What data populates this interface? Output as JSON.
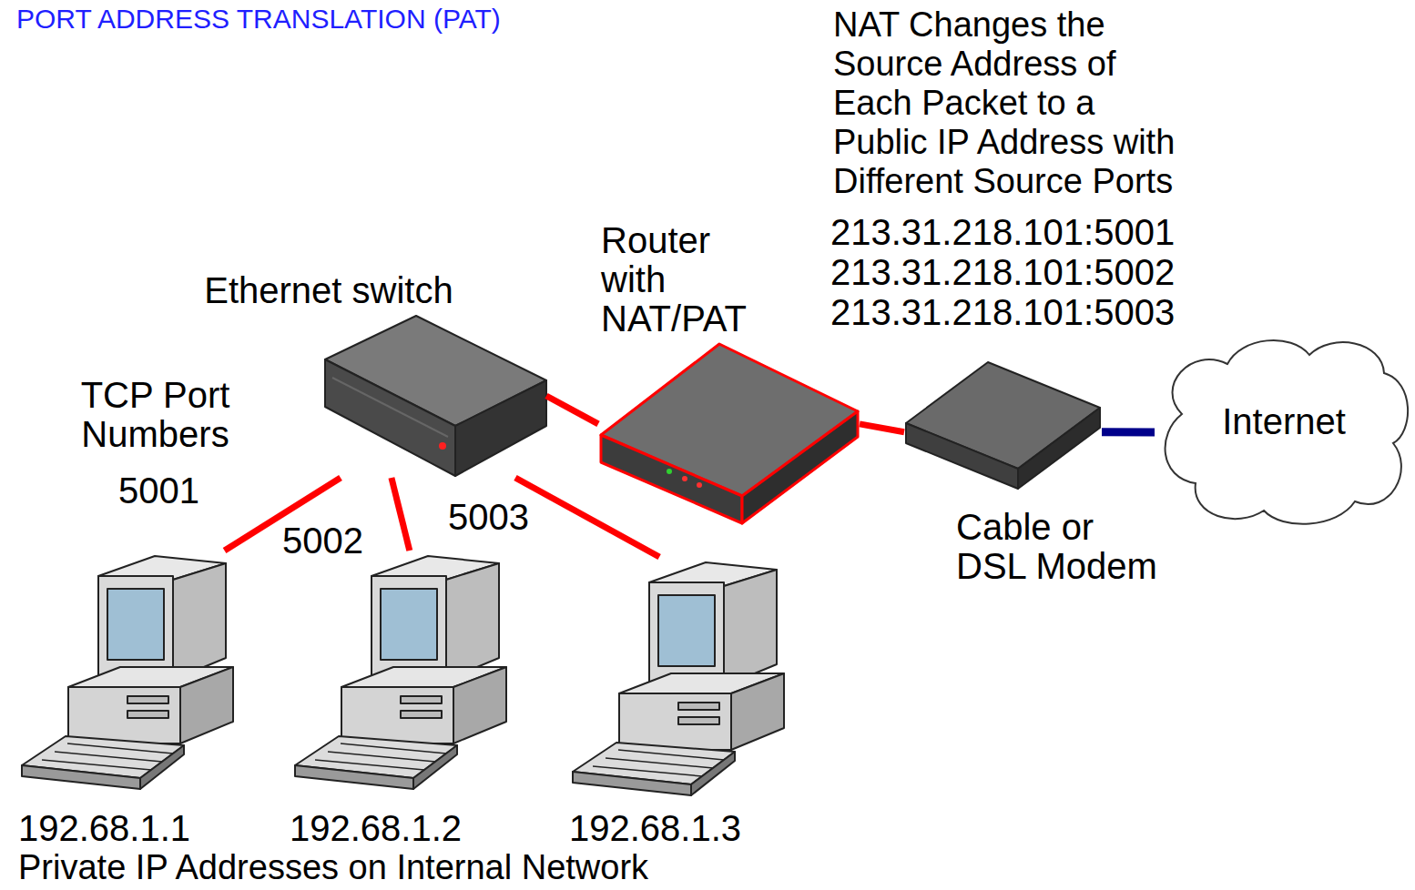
{
  "diagram": {
    "title": "PORT ADDRESS TRANSLATION (PAT)",
    "nodes": [
      {
        "text": [
          "Ethernet switch"
        ]
      },
      {
        "text": [
          "Router with NAT/PAT"
        ]
      },
      {
        "text": [
          "Cable or DSL Modem"
        ]
      },
      {
        "text": [
          "Internet"
        ]
      },
      {
        "text": [
          "192.68.1.1"
        ]
      },
      {
        "text": [
          "192.68.1.2"
        ]
      },
      {
        "text": [
          "192.68.1.3"
        ]
      }
    ],
    "edges": [
      {
        "from": 0,
        "to": 4,
        "arrow": "none",
        "label": "5001"
      },
      {
        "from": 0,
        "to": 5,
        "arrow": "none",
        "label": "5002"
      },
      {
        "from": 0,
        "to": 6,
        "arrow": "none",
        "label": "5003"
      },
      {
        "from": 0,
        "to": 1,
        "arrow": "none"
      },
      {
        "from": 1,
        "to": 2,
        "arrow": "none"
      },
      {
        "from": 2,
        "to": 3,
        "arrow": "none"
      }
    ],
    "labels": [
      "NAT Changes the Source Address of Each Packet to a Public IP Address with Different Source Ports",
      "213.31.218.101:5001",
      "213.31.218.101:5002",
      "213.31.218.101:5003",
      "TCP Port Numbers",
      "Private IP Addresses on Internal Network"
    ]
  }
}
